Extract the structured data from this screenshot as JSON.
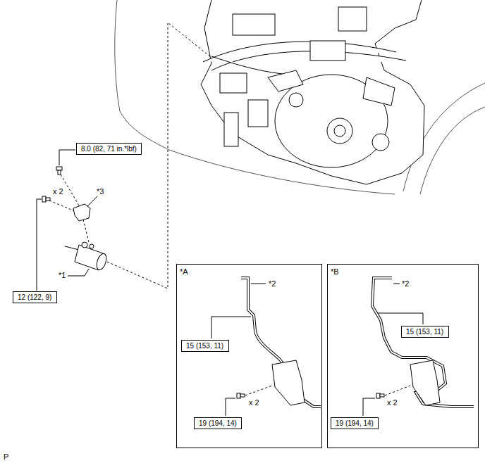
{
  "diagram": {
    "nodes": [
      {
        "text": [
          "8.0 (82, 71 in.*lbf)"
        ]
      },
      {
        "text": [
          "12 (122, 9)"
        ]
      },
      {
        "text": [
          "*A"
        ]
      },
      {
        "text": [
          "15 (153, 11)"
        ],
        "in": 2
      },
      {
        "text": [
          "19 (194, 14)"
        ],
        "in": 2
      },
      {
        "text": [
          "*B"
        ]
      },
      {
        "text": [
          "15 (153, 11)"
        ],
        "in": 5
      },
      {
        "text": [
          "19 (194, 14)"
        ],
        "in": 5
      }
    ],
    "labels": [
      "x 2",
      "*3",
      "*1",
      "*2",
      "x 2",
      "*2",
      "x 2",
      "P"
    ]
  }
}
